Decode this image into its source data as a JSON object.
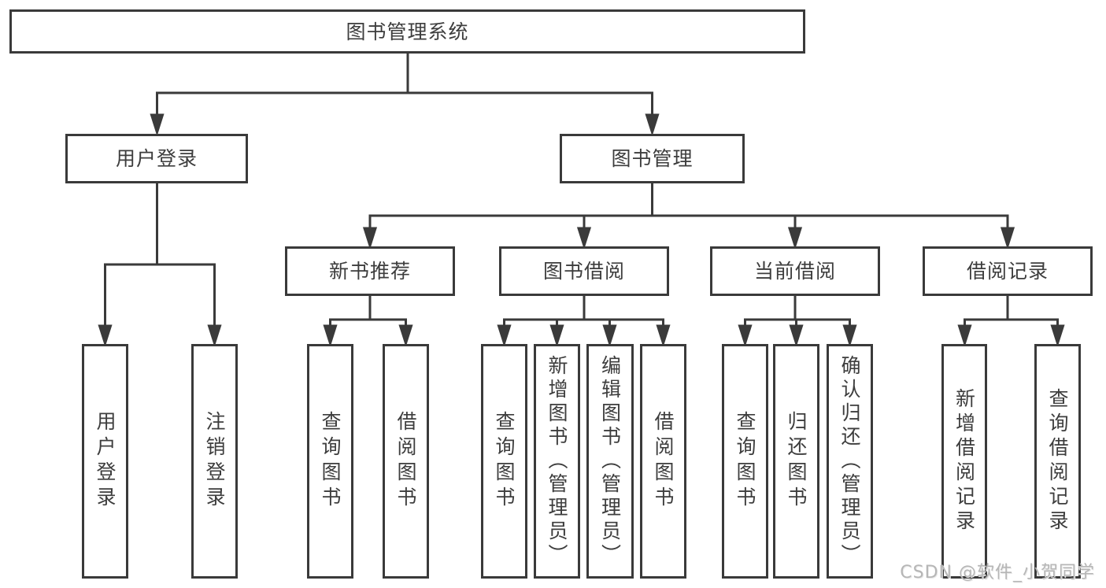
{
  "tree": {
    "root": {
      "label": "图书管理系统"
    },
    "branches": [
      {
        "label": "用户登录",
        "children": [
          {
            "label": "用户登录"
          },
          {
            "label": "注销登录"
          }
        ]
      },
      {
        "label": "图书管理",
        "children": [
          {
            "label": "新书推荐",
            "children": [
              {
                "label": "查询图书"
              },
              {
                "label": "借阅图书"
              }
            ]
          },
          {
            "label": "图书借阅",
            "children": [
              {
                "label": "查询图书"
              },
              {
                "label": "新增图书（管理员）"
              },
              {
                "label": "编辑图书（管理员）"
              },
              {
                "label": "借阅图书"
              }
            ]
          },
          {
            "label": "当前借阅",
            "children": [
              {
                "label": "查询图书"
              },
              {
                "label": "归还图书"
              },
              {
                "label": "确认归还（管理员）"
              }
            ]
          },
          {
            "label": "借阅记录",
            "children": [
              {
                "label": "新增借阅记录"
              },
              {
                "label": "查询借阅记录"
              }
            ]
          }
        ]
      }
    ]
  },
  "watermark": "CSDN @软件_小贺同学",
  "colors": {
    "line": "#3a3a3a",
    "text": "#3d3d3d",
    "background": "#ffffff",
    "watermark": "#b6b6b6"
  }
}
